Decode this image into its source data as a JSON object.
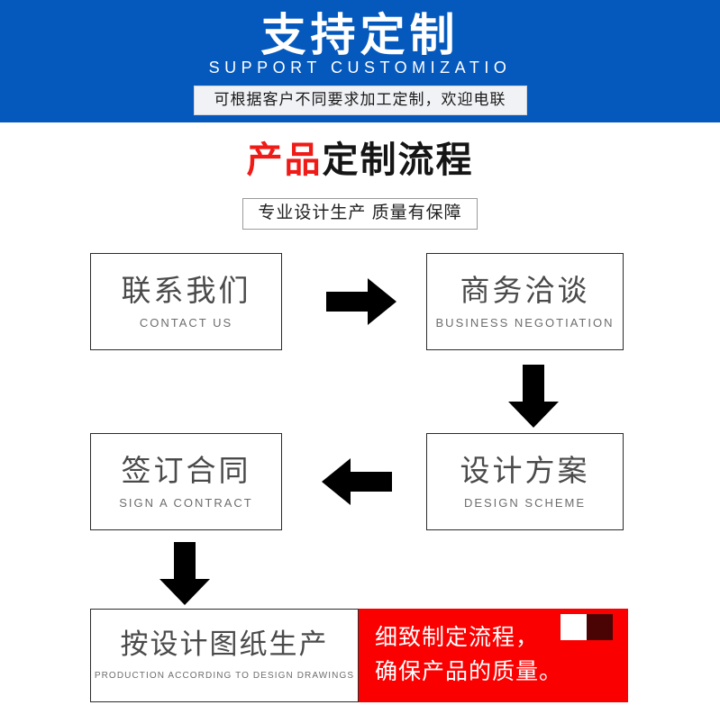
{
  "banner": {
    "title": "支持定制",
    "subtitle": "SUPPORT CUSTOMIZATIO",
    "tagline": "可根据客户不同要求加工定制，欢迎电联",
    "background_color": "#0559bd",
    "tagline_background": "#f0f2f5"
  },
  "section": {
    "title_highlight": "产品",
    "title_rest": "定制流程",
    "highlight_color": "#ef1b17",
    "subtitle": "专业设计生产 质量有保障"
  },
  "flow": {
    "steps": [
      {
        "cn": "联系我们",
        "en": "CONTACT US"
      },
      {
        "cn": "商务洽谈",
        "en": "BUSINESS  NEGOTIATION"
      },
      {
        "cn": "设计方案",
        "en": "DESIGN  SCHEME"
      },
      {
        "cn": "签订合同",
        "en": "SIGN A CONTRACT"
      },
      {
        "cn": "按设计图纸生产",
        "en": "PRODUCTION  ACCORDING  TO  DESIGN  DRAWINGS"
      }
    ],
    "arrows": [
      {
        "name": "arrow-right-icon",
        "direction": "right"
      },
      {
        "name": "arrow-down-icon",
        "direction": "down"
      },
      {
        "name": "arrow-left-icon",
        "direction": "left"
      },
      {
        "name": "arrow-down-icon",
        "direction": "down"
      }
    ]
  },
  "callout": {
    "line1": "细致制定流程，",
    "line2": "确保产品的质量。",
    "background_color": "#fa0000",
    "square_light_color": "#ffffff",
    "square_dark_color": "#4a0404"
  }
}
